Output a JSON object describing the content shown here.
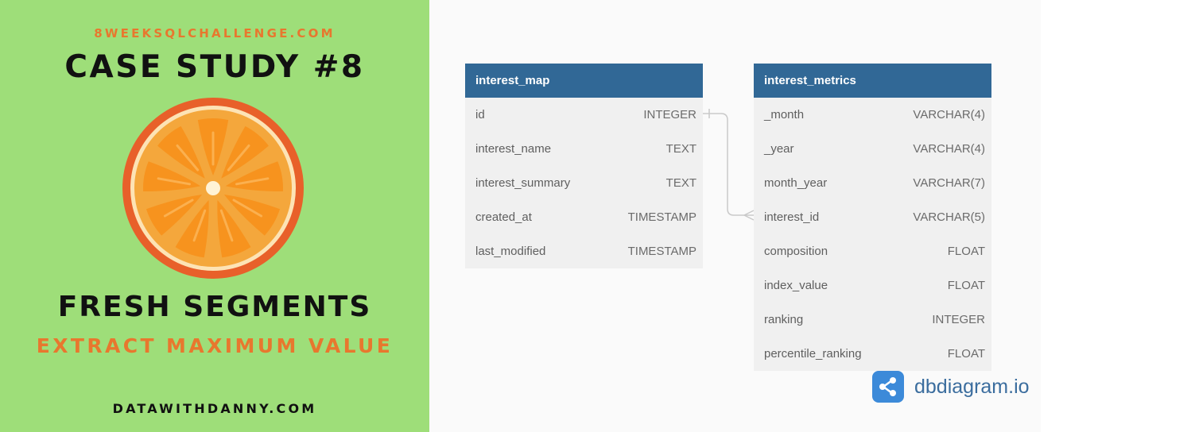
{
  "poster": {
    "site": "8WEEKSQLCHALLENGE.COM",
    "case_title": "CASE STUDY #8",
    "title": "FRESH SEGMENTS",
    "subtitle": "EXTRACT MAXIMUM VALUE",
    "owner": "DATAWITHDANNY.COM",
    "image_icon": "orange-slice-icon",
    "colors": {
      "background": "#9ede79",
      "accent": "#e8772e",
      "orange": "#f7931e",
      "rind": "#e8602a"
    }
  },
  "tables": [
    {
      "name": "interest_map",
      "columns": [
        {
          "field": "id",
          "type": "INTEGER"
        },
        {
          "field": "interest_name",
          "type": "TEXT"
        },
        {
          "field": "interest_summary",
          "type": "TEXT"
        },
        {
          "field": "created_at",
          "type": "TIMESTAMP"
        },
        {
          "field": "last_modified",
          "type": "TIMESTAMP"
        }
      ]
    },
    {
      "name": "interest_metrics",
      "columns": [
        {
          "field": "_month",
          "type": "VARCHAR(4)"
        },
        {
          "field": "_year",
          "type": "VARCHAR(4)"
        },
        {
          "field": "month_year",
          "type": "VARCHAR(7)"
        },
        {
          "field": "interest_id",
          "type": "VARCHAR(5)"
        },
        {
          "field": "composition",
          "type": "FLOAT"
        },
        {
          "field": "index_value",
          "type": "FLOAT"
        },
        {
          "field": "ranking",
          "type": "INTEGER"
        },
        {
          "field": "percentile_ranking",
          "type": "FLOAT"
        }
      ]
    }
  ],
  "relationship": {
    "from": "interest_map.id",
    "to": "interest_metrics.interest_id",
    "type": "one-to-many"
  },
  "brand": {
    "name": "dbdiagram.io",
    "icon": "share-nodes-icon",
    "color": "#3c8ad9"
  },
  "colors": {
    "table_header": "#316896",
    "table_body": "#f0f0f0",
    "canvas": "#fafafa"
  }
}
